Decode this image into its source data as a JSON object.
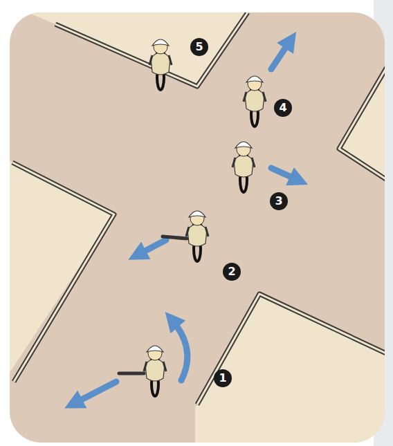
{
  "diagram": {
    "labels": [
      "5",
      "4",
      "3",
      "2",
      "1"
    ]
  }
}
